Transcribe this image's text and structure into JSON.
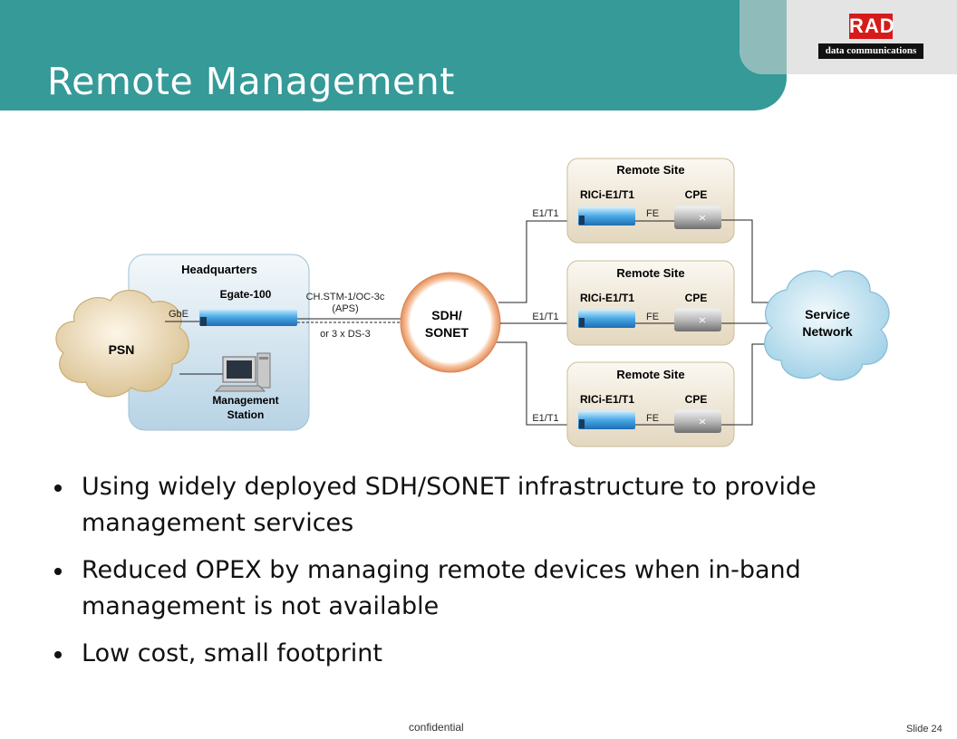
{
  "slide": {
    "title": "Remote Management",
    "logo": {
      "brand": "RAD",
      "tagline": "data communications"
    },
    "footer": {
      "confidential": "confidential",
      "slide_number": "Slide 24"
    }
  },
  "diagram": {
    "headquarters": {
      "label": "Headquarters",
      "device": "Egate-100",
      "gbe_label": "GbE",
      "management_station": "Management Station"
    },
    "psn_label": "PSN",
    "link": {
      "top": "CH.STM-1/OC-3c",
      "middle": "(APS)",
      "bottom": "or 3 x DS-3"
    },
    "sdh": {
      "line1": "SDH/",
      "line2": "SONET"
    },
    "remote_sites": [
      {
        "label": "Remote Site",
        "device": "RICi-E1/T1",
        "cpe": "CPE",
        "uplink": "E1/T1",
        "fe": "FE"
      },
      {
        "label": "Remote Site",
        "device": "RICi-E1/T1",
        "cpe": "CPE",
        "uplink": "E1/T1",
        "fe": "FE"
      },
      {
        "label": "Remote Site",
        "device": "RICi-E1/T1",
        "cpe": "CPE",
        "uplink": "E1/T1",
        "fe": "FE"
      }
    ],
    "service_network": {
      "line1": "Service",
      "line2": "Network"
    }
  },
  "bullets": [
    "Using widely deployed SDH/SONET infrastructure to provide management services",
    "Reduced OPEX by managing remote devices when in-band management is not available",
    "Low cost, small footprint"
  ],
  "colors": {
    "header": "#359a98",
    "accent_red": "#d61b1b",
    "ring": "#f0a070"
  }
}
